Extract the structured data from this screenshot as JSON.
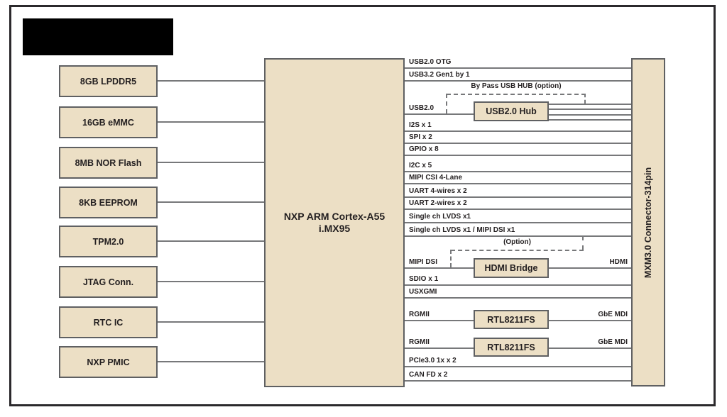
{
  "cpu": {
    "line1": "NXP ARM Cortex-A55",
    "line2": "i.MX95"
  },
  "connector": {
    "label": "MXM3.0 Connector-314pin"
  },
  "left_modules": [
    "8GB LPDDR5",
    "16GB eMMC",
    "8MB NOR Flash",
    "8KB EEPROM",
    "TPM2.0",
    "JTAG Conn.",
    "RTC IC",
    "NXP PMIC"
  ],
  "buses": [
    "USB2.0 OTG",
    "USB3.2 Gen1 by 1",
    "USB2.0",
    "I2S x 1",
    "SPI x 2",
    "GPIO x 8",
    "I2C x 5",
    "MIPI CSI 4-Lane",
    "UART 4-wires x 2",
    "UART 2-wires x 2",
    "Single ch LVDS x1",
    "Single ch LVDS x1 / MIPI DSI x1",
    "MIPI DSI",
    "SDIO x 1",
    "USXGMI",
    "RGMII",
    "RGMII",
    "PCIe3.0 1x x 2",
    "CAN FD x 2"
  ],
  "chips": {
    "usb_hub": "USB2.0 Hub",
    "hdmi_bridge": "HDMI Bridge",
    "phy1": "RTL8211FS",
    "phy2": "RTL8211FS"
  },
  "outputs": {
    "hdmi": "HDMI",
    "gbe_mdi_1": "GbE MDI",
    "gbe_mdi_2": "GbE MDI"
  },
  "notes": {
    "usb_bypass": "By Pass USB HUB (option)",
    "hdmi_option": "(Option)"
  },
  "colors": {
    "box_fill": "#ecdfc5",
    "box_border": "#5f6062",
    "wire": "#77787a",
    "text": "#231f20",
    "frame": "#2b292c"
  }
}
